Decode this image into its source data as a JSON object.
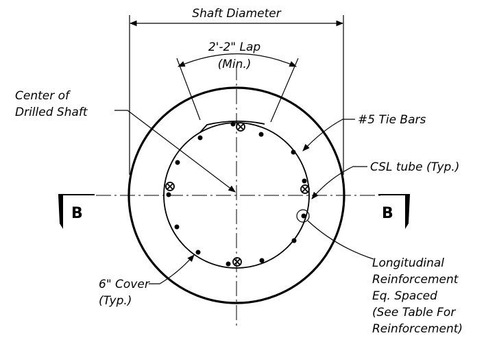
{
  "labels": {
    "shaft_diameter": "Shaft Diameter",
    "lap_line1": "2'-2\" Lap",
    "lap_line2": "(Min.)",
    "center_line1": "Center of",
    "center_line2": "Drilled Shaft",
    "tie_bars": "#5 Tie Bars",
    "csl_tube": "CSL tube (Typ.)",
    "section_left": "B",
    "section_right": "B",
    "long_line1": "Longitudinal",
    "long_line2": "Reinforcement",
    "long_line3": "Eq. Spaced",
    "long_line4": "(See Table For",
    "long_line5": "Reinforcement)",
    "cover_line1": "6\" Cover",
    "cover_line2": "(Typ.)"
  }
}
